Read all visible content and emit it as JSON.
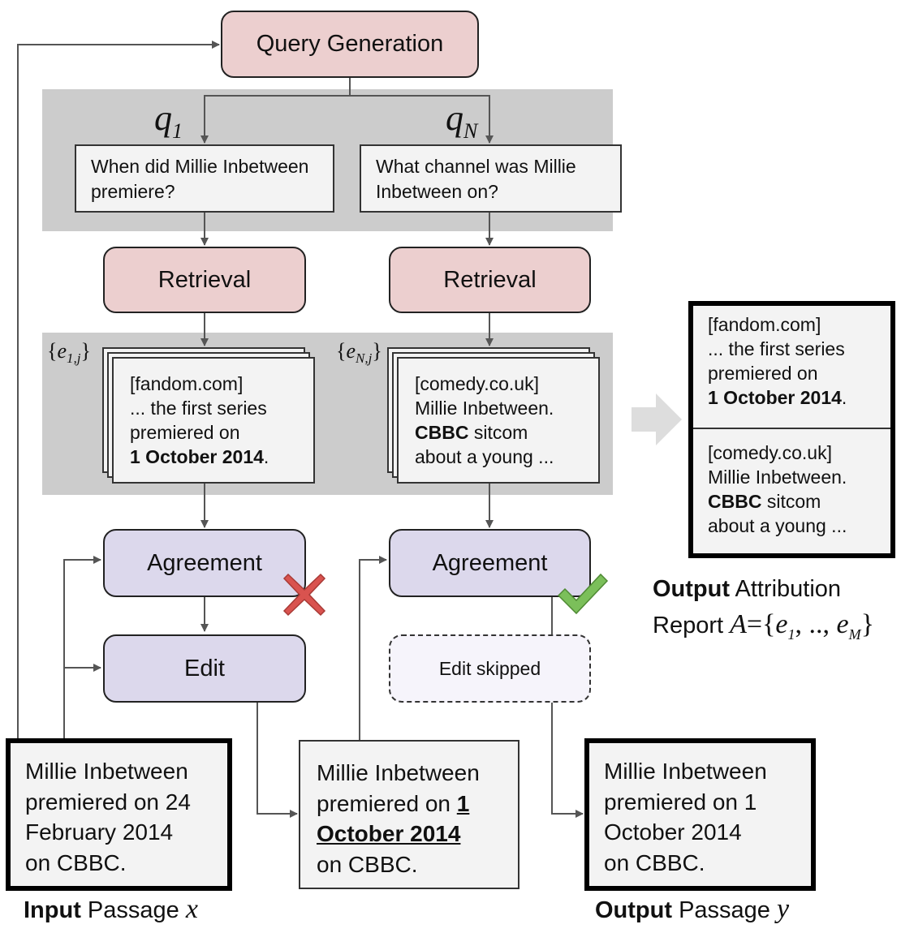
{
  "query_generation": "Query Generation",
  "queries": [
    {
      "label": "q",
      "index": "1",
      "text": "When did Millie Inbetween premiere?"
    },
    {
      "label": "q",
      "index": "N",
      "text": "What channel was Millie Inbetween on?"
    }
  ],
  "retrieval": "Retrieval",
  "evidence_sets": [
    {
      "label_open": "{",
      "label_var": "e",
      "label_sub": "1,j",
      "label_close": "}"
    },
    {
      "label_open": "{",
      "label_var": "e",
      "label_sub": "N,j",
      "label_close": "}"
    }
  ],
  "evidence": [
    {
      "source": "[fandom.com]",
      "line1": "... the first series",
      "line2": "premiered on",
      "bold": "1 October 2014",
      "end": "."
    },
    {
      "source": "[comedy.co.uk]",
      "line1": "Millie Inbetween.",
      "bold": "CBBC",
      "line2": " sitcom",
      "line3": "about a young ..."
    }
  ],
  "agreement": "Agreement",
  "edit": "Edit",
  "edit_skipped": "Edit skipped",
  "input_passage": {
    "lines": [
      "Millie Inbetween",
      "premiered on 24",
      "February 2014",
      "on CBBC."
    ],
    "caption_bold": "Input",
    "caption_rest": " Passage ",
    "caption_var": "x"
  },
  "edited_passage": {
    "line1": "Millie Inbetween",
    "line2_pre": "premiered on ",
    "line2_bold": "1",
    "line3_bold": "October 2014",
    "line4": "on CBBC."
  },
  "output_passage": {
    "lines": [
      "Millie Inbetween",
      "premiered on 1",
      "October 2014",
      "on CBBC."
    ],
    "caption_bold": "Output",
    "caption_rest": " Passage ",
    "caption_var": "y"
  },
  "attribution_caption": {
    "bold": "Output",
    "rest": " Attribution",
    "line2": "Report ",
    "var": "A",
    "eq": "={",
    "e1": "e",
    "e1_sub": "1",
    "mid": ", .., ",
    "em": "e",
    "em_sub": "M",
    "close": "}"
  },
  "colors": {
    "retrieval_pink": "#eccfcf",
    "agreement_purple": "#dcd8ec",
    "gray_panel": "#cccccc",
    "cross_red": "#d9534f",
    "check_green": "#7bbf5a"
  }
}
